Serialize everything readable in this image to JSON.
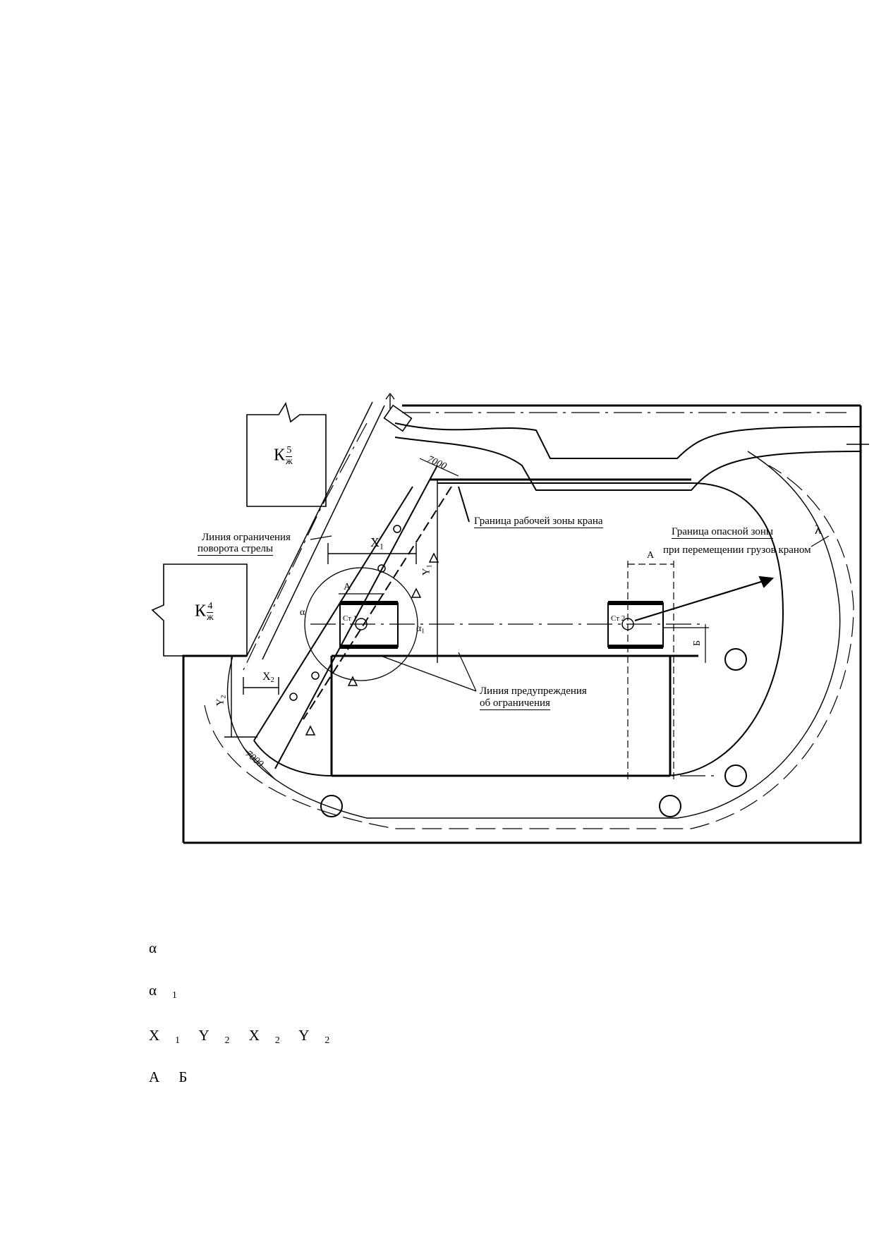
{
  "diagram": {
    "buildings": {
      "k5": {
        "letter": "К",
        "num": "5",
        "den": "ж"
      },
      "k4": {
        "letter": "К",
        "num": "4",
        "den": "ж"
      }
    },
    "callouts": {
      "boom_limit": [
        "Линия ограничения",
        "поворота стрелы"
      ],
      "work_zone": "Граница рабочей зоны крана",
      "danger_zone": [
        "Граница опасной зоны",
        "при перемещении грузов краном"
      ],
      "warning_line": [
        "Линия предупреждения",
        "об ограничения"
      ]
    },
    "dims": {
      "d7000_top": "7000",
      "d7000_bottom": "7000",
      "x1": "X",
      "x1_sub": "1",
      "x2": "X",
      "x2_sub": "2",
      "y1": "Y",
      "y1_sub": "1",
      "y2": "Y",
      "y2_sub": "2",
      "a_left": "A",
      "a_right": "A",
      "b": "Б",
      "alpha": "α",
      "alpha1": "α",
      "alpha1_sub": "1",
      "lambda": "λ"
    },
    "cranes": {
      "c1": "Ст 1",
      "c2": "Ст 2"
    }
  },
  "legend": {
    "alpha": "α",
    "alpha1": "α",
    "alpha1_sub": "1",
    "row3": [
      {
        "s": "X",
        "sub": "1"
      },
      {
        "s": "Y",
        "sub": "2"
      },
      {
        "s": "X",
        "sub": "2"
      },
      {
        "s": "Y",
        "sub": "2"
      }
    ],
    "row4": [
      "A",
      "Б"
    ]
  }
}
